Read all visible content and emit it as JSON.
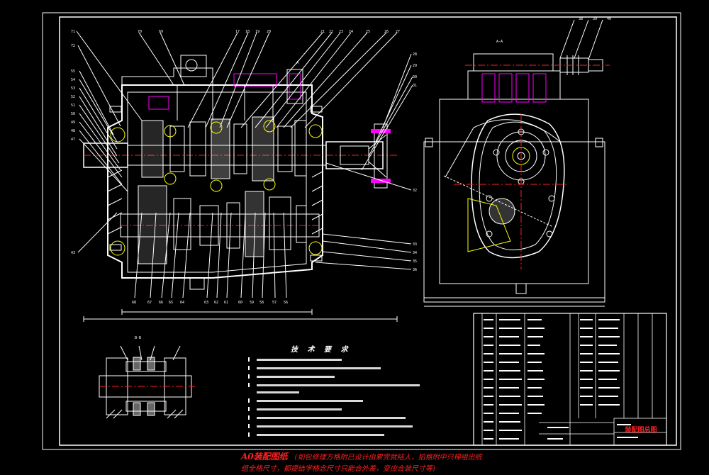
{
  "drawing": {
    "title": "A0装配图纸",
    "subtitle_line1": "(如包修理方格附已设计由累完就结人，拍格附中只梯组出统",
    "subtitle_line2": "组全格尺寸，都提结学格念尺寸只能合外差，变应合装尺寸等)",
    "tech_requirements_title": "技 术 要 求",
    "title_block_red": "装配图总图",
    "colors": {
      "background": "#000000",
      "lines": "#ffffff",
      "accent_red": "#ff2020",
      "yellow": "#ffff00",
      "magenta": "#ff00ff",
      "cyan": "#00ffff"
    }
  }
}
